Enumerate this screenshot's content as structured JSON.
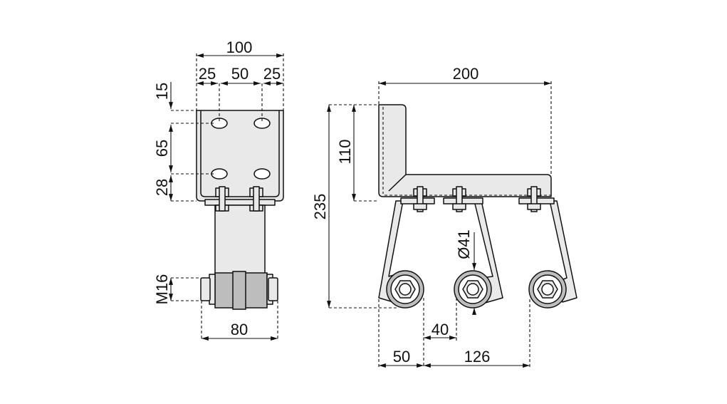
{
  "front_view": {
    "width_total": "100",
    "edge_left": "25",
    "hole_spacing": "50",
    "edge_right": "25",
    "top_offset": "15",
    "slot_spacing_vertical": "65",
    "bottom_offset": "28",
    "bolt_size": "M16",
    "roller_width": "80"
  },
  "side_view": {
    "length": "200",
    "height_bracket": "110",
    "height_total": "235",
    "roller_diameter": "Ø41",
    "roller_gap": "40",
    "first_roller_offset": "50",
    "roller_span": "126"
  }
}
